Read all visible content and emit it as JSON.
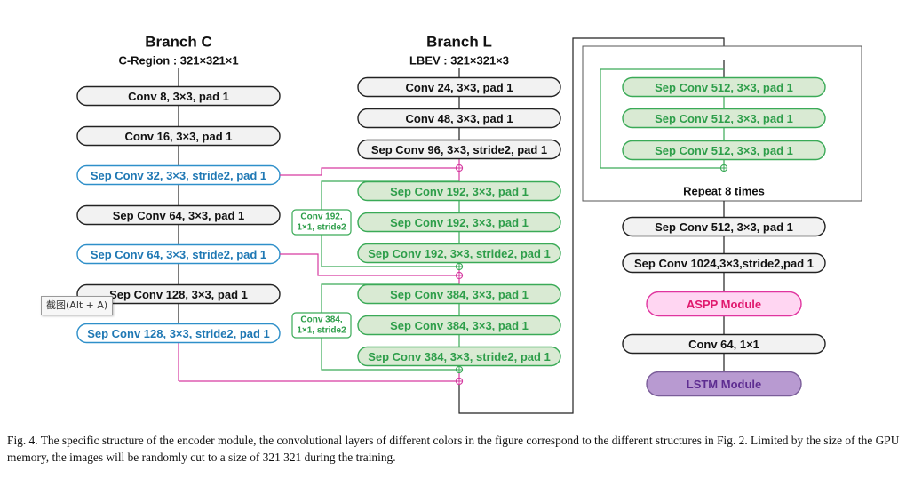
{
  "branch_c": {
    "title": "Branch C",
    "input": "C-Region : 321×321×1",
    "layers": [
      {
        "label": "Conv 8, 3×3, pad 1",
        "kind": "plain"
      },
      {
        "label": "Conv 16, 3×3,  pad 1",
        "kind": "plain"
      },
      {
        "label": "Sep Conv 32, 3×3, stride2, pad 1",
        "kind": "blue"
      },
      {
        "label": "Sep Conv 64, 3×3, pad 1",
        "kind": "plain"
      },
      {
        "label": "Sep Conv 64, 3×3, stride2, pad 1",
        "kind": "blue"
      },
      {
        "label": "Sep Conv 128, 3×3, pad 1",
        "kind": "plain"
      },
      {
        "label": "Sep Conv 128, 3×3, stride2, pad 1",
        "kind": "blue"
      }
    ]
  },
  "branch_l": {
    "title": "Branch L",
    "input": "LBEV : 321×321×3",
    "layers": [
      {
        "label": "Conv 24, 3×3, pad 1",
        "kind": "plain"
      },
      {
        "label": "Conv 48, 3×3,  pad 1",
        "kind": "plain"
      },
      {
        "label": "Sep Conv 96, 3×3, stride2, pad 1",
        "kind": "plain"
      },
      {
        "label": "Sep Conv 192, 3×3,  pad 1",
        "kind": "green"
      },
      {
        "label": "Sep Conv 192, 3×3,  pad 1",
        "kind": "green"
      },
      {
        "label": "Sep Conv 192, 3×3, stride2, pad 1",
        "kind": "green"
      },
      {
        "label": "Sep Conv 384, 3×3,  pad 1",
        "kind": "green"
      },
      {
        "label": "Sep Conv 384, 3×3,  pad 1",
        "kind": "green"
      },
      {
        "label": "Sep Conv 384, 3×3, stride2, pad 1",
        "kind": "green"
      }
    ],
    "skip_convs": [
      [
        "Conv 192,",
        "1×1, stride2"
      ],
      [
        "Conv 384,",
        "1×1, stride2"
      ]
    ]
  },
  "right": {
    "repeat_layers": [
      "Sep Conv 512, 3×3,  pad 1",
      "Sep Conv 512, 3×3,  pad 1",
      "Sep Conv 512, 3×3,  pad 1"
    ],
    "repeat_label": "Repeat 8 times",
    "layers": [
      {
        "label": "Sep Conv 512, 3×3,  pad 1",
        "kind": "plain"
      },
      {
        "label": "Sep Conv 1024,3×3,stride2,pad 1",
        "kind": "plain"
      },
      {
        "label": "ASPP Module",
        "kind": "pink"
      },
      {
        "label": "Conv 64, 1×1",
        "kind": "plain"
      },
      {
        "label": "LSTM Module",
        "kind": "purple"
      }
    ]
  },
  "tooltip": "截图(Alt + A)",
  "caption": "Fig. 4.  The specific structure of the encoder module, the convolutional layers of different colors in the figure correspond to the different structures in Fig. 2. Limited by the size of the GPU memory, the images will be randomly cut to a size of 321 321 during the training.",
  "colors": {
    "plain_fill": "#f2f2f2",
    "plain_stroke": "#222222",
    "plain_text": "#111111",
    "blue_fill": "#ffffff",
    "blue_stroke": "#2e8fc9",
    "blue_text": "#1f78b4",
    "green_fill": "#d9ead3",
    "green_stroke": "#3aaa57",
    "green_text": "#2e9e4a",
    "pink_fill": "#ffd6f2",
    "pink_stroke": "#e0359f",
    "pink_text": "#e0196e",
    "purple_fill": "#b89ad1",
    "purple_stroke": "#7a5d99",
    "purple_text": "#5e2d91",
    "magenta_line": "#d63aa0",
    "green_line": "#3aaa57"
  }
}
